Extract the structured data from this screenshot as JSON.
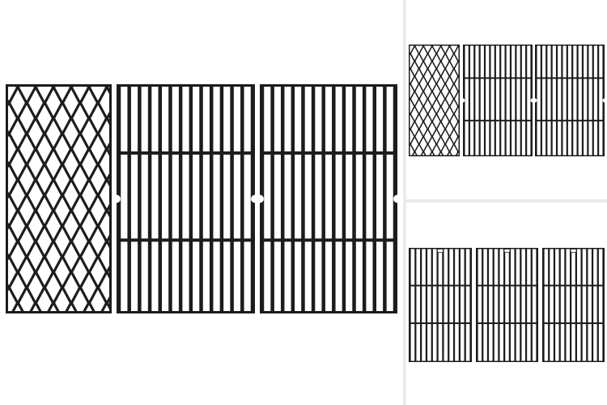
{
  "colors": {
    "background": "#ffffff",
    "divider": "#ebebeb",
    "grate_iron": "#1c1c1c",
    "grate_gap": "#ffffff"
  },
  "panels": {
    "main": {
      "grates": [
        "diamond",
        "bars",
        "bars"
      ]
    },
    "top_right": {
      "grates": [
        "diamond",
        "bars",
        "bars"
      ]
    },
    "bottom_right": {
      "grates": [
        "bars",
        "bars",
        "bars"
      ]
    }
  }
}
